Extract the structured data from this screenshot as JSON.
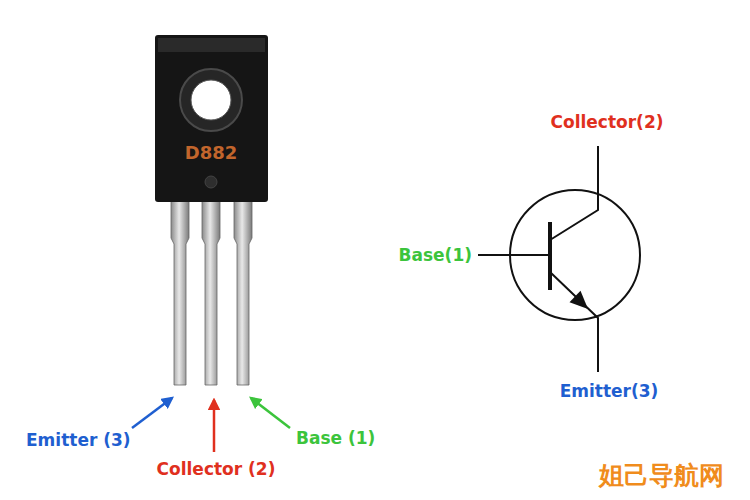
{
  "diagram": {
    "labels": [
      "D882",
      "Emitter (3)",
      "Collector (2)",
      "Base (1)",
      "Collector(2)",
      "Base(1)",
      "Emitter(3)",
      "姐己导航网"
    ]
  }
}
